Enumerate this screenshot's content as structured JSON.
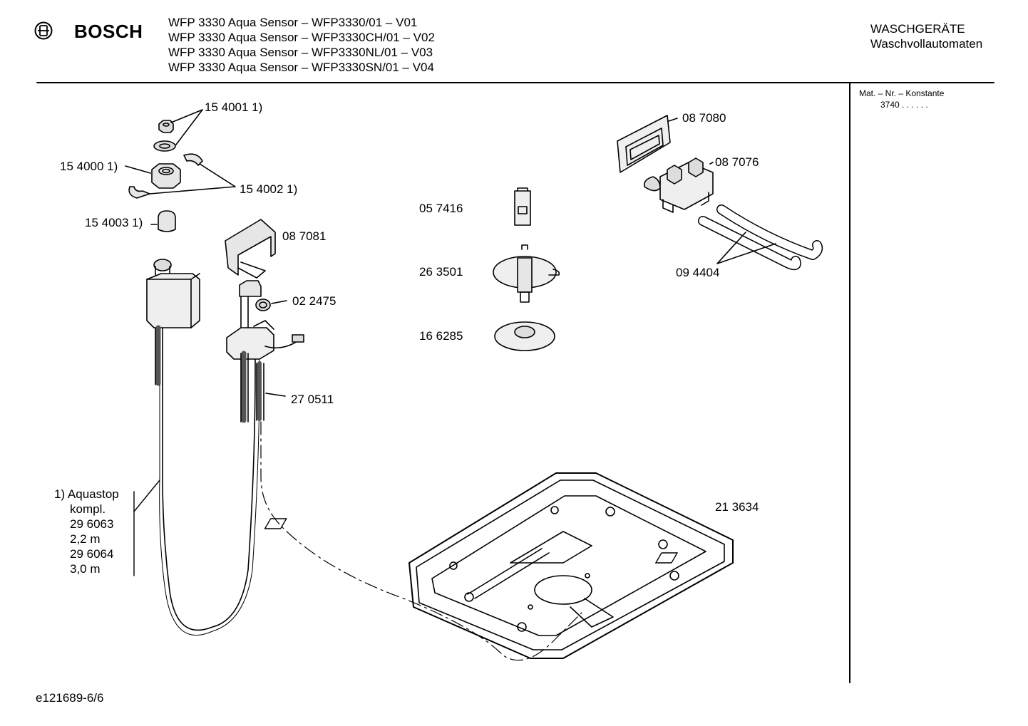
{
  "header": {
    "brand": "BOSCH",
    "models": [
      "WFP 3330 Aqua Sensor – WFP3330/01 – V01",
      "WFP 3330 Aqua Sensor – WFP3330CH/01 – V02",
      "WFP 3330 Aqua Sensor – WFP3330NL/01 – V03",
      "WFP 3330 Aqua Sensor – WFP3330SN/01 – V04"
    ],
    "category_line1": "WASCHGERÄTE",
    "category_line2": "Waschvollautomaten"
  },
  "side_panel": {
    "label": "Mat. – Nr. – Konstante",
    "value": "3740 . .  . . . ."
  },
  "parts": [
    {
      "id": "p154001",
      "label": "15 4001 1)"
    },
    {
      "id": "p154000",
      "label": "15 4000 1)"
    },
    {
      "id": "p154002",
      "label": "15 4002 1)"
    },
    {
      "id": "p154003",
      "label": "15 4003 1)"
    },
    {
      "id": "p087081",
      "label": "08 7081"
    },
    {
      "id": "p022475",
      "label": "02 2475"
    },
    {
      "id": "p270511",
      "label": "27 0511"
    },
    {
      "id": "p057416",
      "label": "05 7416"
    },
    {
      "id": "p263501",
      "label": "26 3501"
    },
    {
      "id": "p166285",
      "label": "16 6285"
    },
    {
      "id": "p087080",
      "label": "08 7080"
    },
    {
      "id": "p087076",
      "label": "08 7076"
    },
    {
      "id": "p094404",
      "label": "09 4404"
    },
    {
      "id": "p213634",
      "label": "21 3634"
    }
  ],
  "aquastop": {
    "line1": "1) Aquastop",
    "line2": "kompl.",
    "line3": "29 6063",
    "line4": "2,2 m",
    "line5": "29 6064",
    "line6": "3,0 m"
  },
  "footer": {
    "code": "e121689-6/6"
  }
}
